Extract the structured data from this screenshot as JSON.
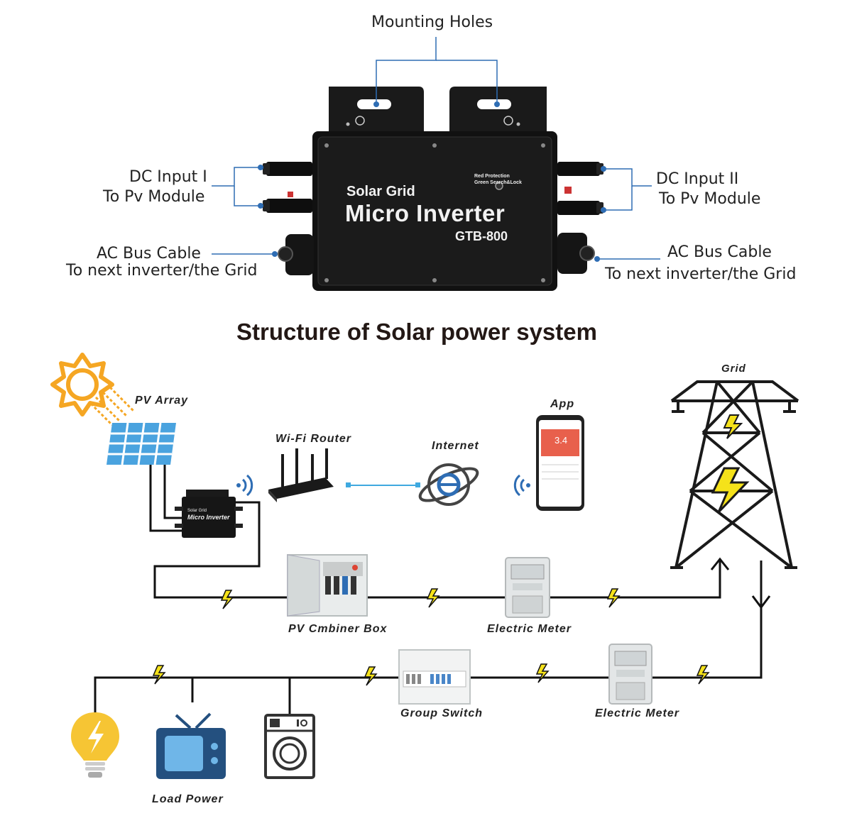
{
  "device": {
    "brand_line": "Solar Grid",
    "product_line": "Micro Inverter",
    "model": "GTB-800",
    "led_text_1": "Red Protection",
    "led_text_2": "Green Search&Lock"
  },
  "callouts": {
    "mounting_holes": "Mounting Holes",
    "dc_input_1_line1": "DC Input I",
    "dc_input_1_line2": "To Pv Module",
    "dc_input_2_line1": "DC Input II",
    "dc_input_2_line2": "To Pv Module",
    "ac_left_line1": "AC Bus Cable",
    "ac_left_line2": "To next inverter/the Grid",
    "ac_right_line1": "AC Bus Cable",
    "ac_right_line2": "To next inverter/the Grid"
  },
  "section_title": "Structure of Solar power system",
  "diagram": {
    "pv_array": "PV Array",
    "wifi_router": "Wi-Fi Router",
    "internet": "Internet",
    "app": "App",
    "app_value": "3.4",
    "grid": "Grid",
    "combiner_box": "PV Cmbiner Box",
    "meter_1": "Electric Meter",
    "meter_2": "Electric Meter",
    "group_switch": "Group Switch",
    "load_power": "Load Power",
    "small_inverter_line1": "Solar Grid",
    "small_inverter_line2": "Micro Inverter"
  },
  "colors": {
    "accent_blue": "#2e6db4",
    "bolt_yellow": "#f5e21a",
    "sun_orange": "#f5a623",
    "panel_blue": "#4aa3df",
    "app_red": "#e8604c"
  }
}
